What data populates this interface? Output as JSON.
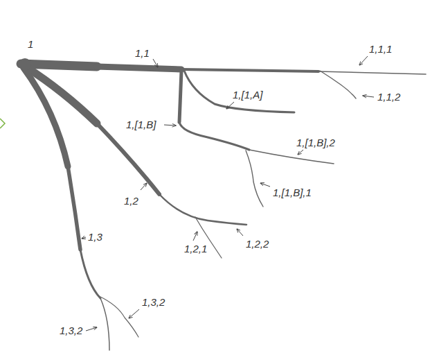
{
  "diagram": {
    "labels": [
      "1",
      "1,1",
      "1,1,1",
      "1,[1,A]",
      "1,1,2",
      "1,[1,B]",
      "1,[1,B],2",
      "1,[1,B],1",
      "1,2",
      "1,3",
      "1,2,2",
      "1,2,1",
      "1,3,2",
      "1,3,2"
    ]
  }
}
